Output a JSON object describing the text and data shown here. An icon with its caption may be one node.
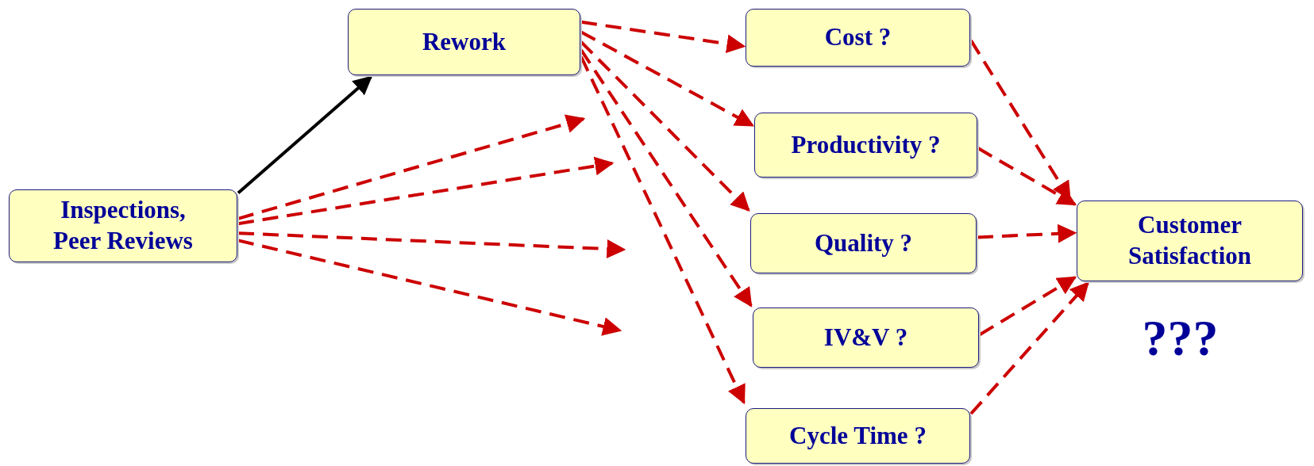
{
  "diagram": {
    "nodes": [
      {
        "text": [
          "Inspections, Peer Reviews"
        ]
      },
      {
        "text": [
          "Rework"
        ]
      },
      {
        "text": [
          "Cost ?"
        ]
      },
      {
        "text": [
          "Productivity ?"
        ]
      },
      {
        "text": [
          "Quality ?"
        ]
      },
      {
        "text": [
          "IV&V ?"
        ]
      },
      {
        "text": [
          "Cycle Time ?"
        ]
      },
      {
        "text": [
          "Customer Satisfaction"
        ],
        "beside": [
          "???"
        ]
      }
    ],
    "edges": [
      {
        "from": 0,
        "to": 1,
        "arrow": "to",
        "color": "#000000"
      },
      {
        "from": 0,
        "to": null,
        "arrow": "to",
        "style": "dashed"
      },
      {
        "from": 0,
        "to": null,
        "arrow": "to",
        "style": "dashed"
      },
      {
        "from": 0,
        "to": null,
        "arrow": "to",
        "style": "dashed"
      },
      {
        "from": 0,
        "to": null,
        "arrow": "to",
        "style": "dashed"
      },
      {
        "from": 1,
        "to": 2,
        "arrow": "to",
        "style": "dashed"
      },
      {
        "from": 1,
        "to": 3,
        "arrow": "to",
        "style": "dashed"
      },
      {
        "from": 1,
        "to": 4,
        "arrow": "to",
        "style": "dashed"
      },
      {
        "from": 1,
        "to": 5,
        "arrow": "to",
        "style": "dashed"
      },
      {
        "from": 1,
        "to": 6,
        "arrow": "to",
        "style": "dashed"
      },
      {
        "from": 2,
        "to": 7,
        "arrow": "to",
        "style": "dashed"
      },
      {
        "from": 3,
        "to": 7,
        "arrow": "to",
        "style": "dashed"
      },
      {
        "from": 4,
        "to": 7,
        "arrow": "to",
        "style": "dashed"
      },
      {
        "from": 5,
        "to": 7,
        "arrow": "to",
        "style": "dashed"
      },
      {
        "from": 6,
        "to": 7,
        "arrow": "to",
        "style": "dashed"
      }
    ]
  }
}
